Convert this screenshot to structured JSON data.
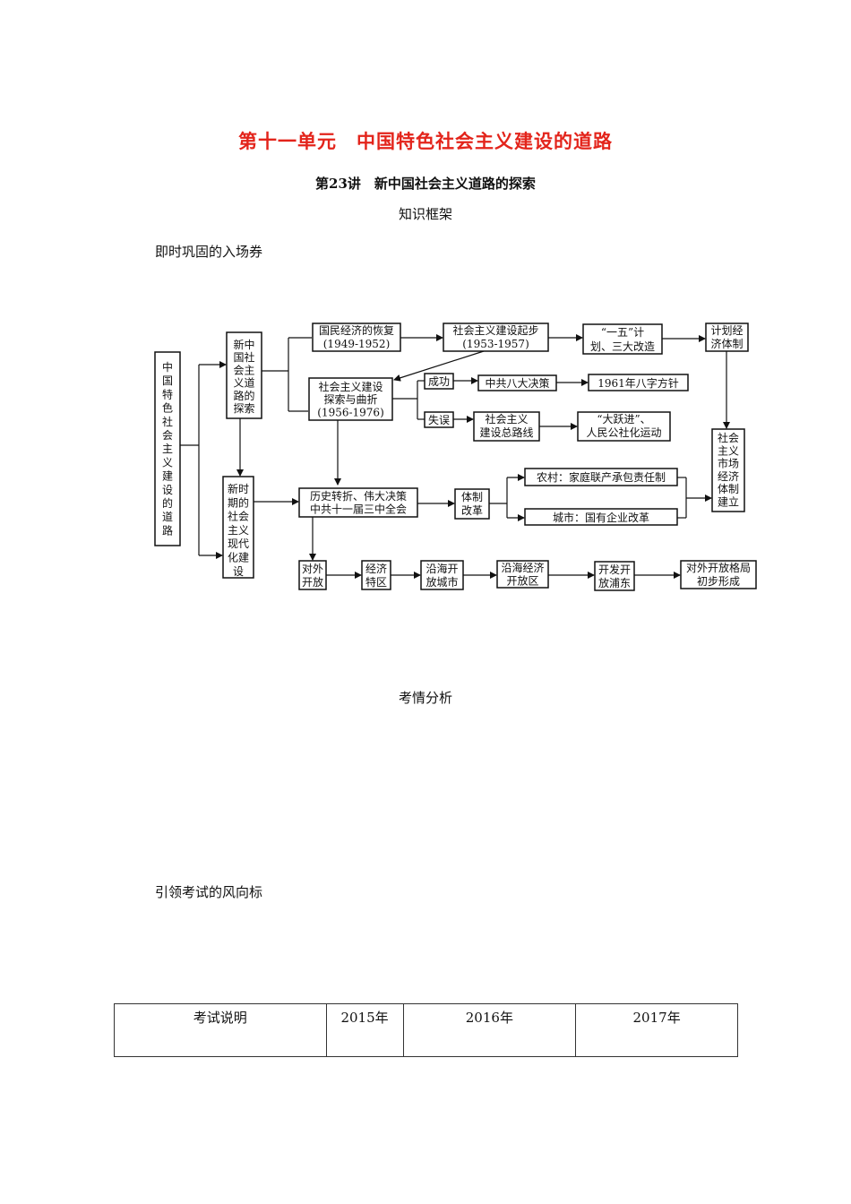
{
  "unit_title": "第十一单元　中国特色社会主义建设的道路",
  "lecture_title": "第23讲　新中国社会主义道路的探索",
  "section_framework": "知识框架",
  "section_ticket": "即时巩固的入场券",
  "section_analysis": "考情分析",
  "section_guide": "引领考试的风向标",
  "diagram": {
    "root": [
      "中",
      "国",
      "特",
      "色",
      "社",
      "会",
      "主",
      "义",
      "建",
      "设",
      "的",
      "道",
      "路"
    ],
    "explore": [
      "新中",
      "国社",
      "会主",
      "义道",
      "路的",
      "探索"
    ],
    "new_era": [
      "新时",
      "期的",
      "社会",
      "主义",
      "现代",
      "化建",
      "设"
    ],
    "recovery": [
      "国民经济的恢复",
      "(1949-1952)"
    ],
    "start": [
      "社会主义建设起步",
      "(1953-1957)"
    ],
    "five_year": [
      "“一五”计",
      "划、三大改造"
    ],
    "planned": [
      "计划经",
      "济体制"
    ],
    "exploration": [
      "社会主义建设",
      "探索与曲折",
      "(1956-1976)"
    ],
    "success": "成功",
    "failure": "失误",
    "eighth_congress": "中共八大决策",
    "eight_char": "1961年八字方针",
    "general_line": [
      "社会主义",
      "建设总路线"
    ],
    "great_leap": [
      "“大跃进”、",
      "人民公社化运动"
    ],
    "market": [
      "社会",
      "主义",
      "市场",
      "经济",
      "体制",
      "建立"
    ],
    "turn": [
      "历史转折、伟大决策",
      "中共十一届三中全会"
    ],
    "reform": [
      "体制",
      "改革"
    ],
    "rural": "农村：家庭联产承包责任制",
    "urban": "城市：国有企业改革",
    "opening": [
      "对外",
      "开放"
    ],
    "sez": [
      "经济",
      "特区"
    ],
    "coastal_cities": [
      "沿海开",
      "放城市"
    ],
    "coastal_zones": [
      "沿海经济",
      "开放区"
    ],
    "pudong": [
      "开发开",
      "放浦东"
    ],
    "pattern": [
      "对外开放格局",
      "初步形成"
    ]
  },
  "exam_table": {
    "headers": [
      "考试说明",
      "2015年",
      "2016年",
      "2017年"
    ]
  }
}
